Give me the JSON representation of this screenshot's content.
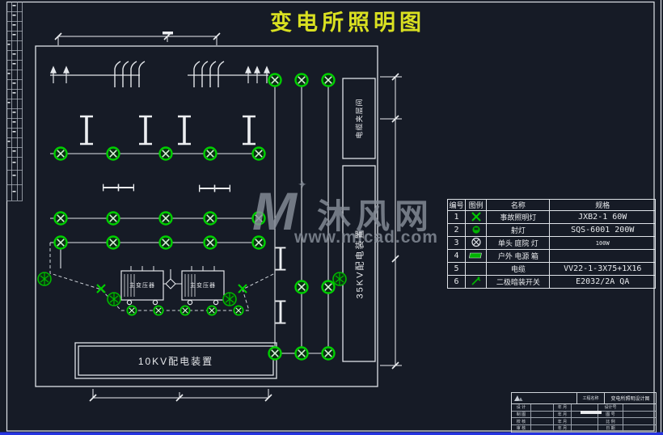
{
  "window": {
    "background": "#161b26",
    "line_color": "#e3e6ea",
    "symbol_green": "#00cf00",
    "title_yellow": "#d9e021",
    "bottom_bar_blue": "#2634e0",
    "watermark_gray": "#878e99"
  },
  "title": {
    "text": "变电所照明图"
  },
  "watermark": {
    "logo_letter": "M",
    "sparkle": "✦",
    "site_name": "沐风网",
    "site_url": "www.mfcad.com"
  },
  "plan": {
    "cable_room_label": "电缆夹层间",
    "kv35_room_label": "35KV配电装置",
    "kv10_room_label": "10KV配电装置",
    "transformer_left_label": "主变压器",
    "transformer_right_label": "主变压器"
  },
  "legend": {
    "headers": [
      "编号",
      "图例",
      "名称",
      "规格"
    ],
    "rows": [
      {
        "no": "1",
        "symbol": "emergency-x-lamp",
        "name": "事故照明灯",
        "spec": "JXB2-1 60W"
      },
      {
        "no": "2",
        "symbol": "floodlight",
        "name": "射灯",
        "spec": "SQS-6001 200W"
      },
      {
        "no": "3",
        "symbol": "circle-x-lamp",
        "name": "单头 庭院 灯",
        "spec": "100W"
      },
      {
        "no": "4",
        "symbol": "outdoor-power-box",
        "name": "户外 电源 箱",
        "spec": ""
      },
      {
        "no": "5",
        "symbol": "none",
        "name": "电缆",
        "spec": "VV22-1-3X75+1X16"
      },
      {
        "no": "6",
        "symbol": "switch",
        "name": "二极暗装开关",
        "spec": "E2032/2A QA"
      }
    ]
  },
  "title_block": {
    "project_label": "工程名称",
    "project_name": "变电所照明设计图",
    "left_labels": [
      "设 计",
      "制 图",
      "校 核",
      "审 核"
    ],
    "mid_labels": [
      "年 月",
      "年 月",
      "年 月",
      "年 月"
    ],
    "right_labels": [
      "设计号",
      "图 号",
      "比 例",
      "日 期"
    ]
  }
}
